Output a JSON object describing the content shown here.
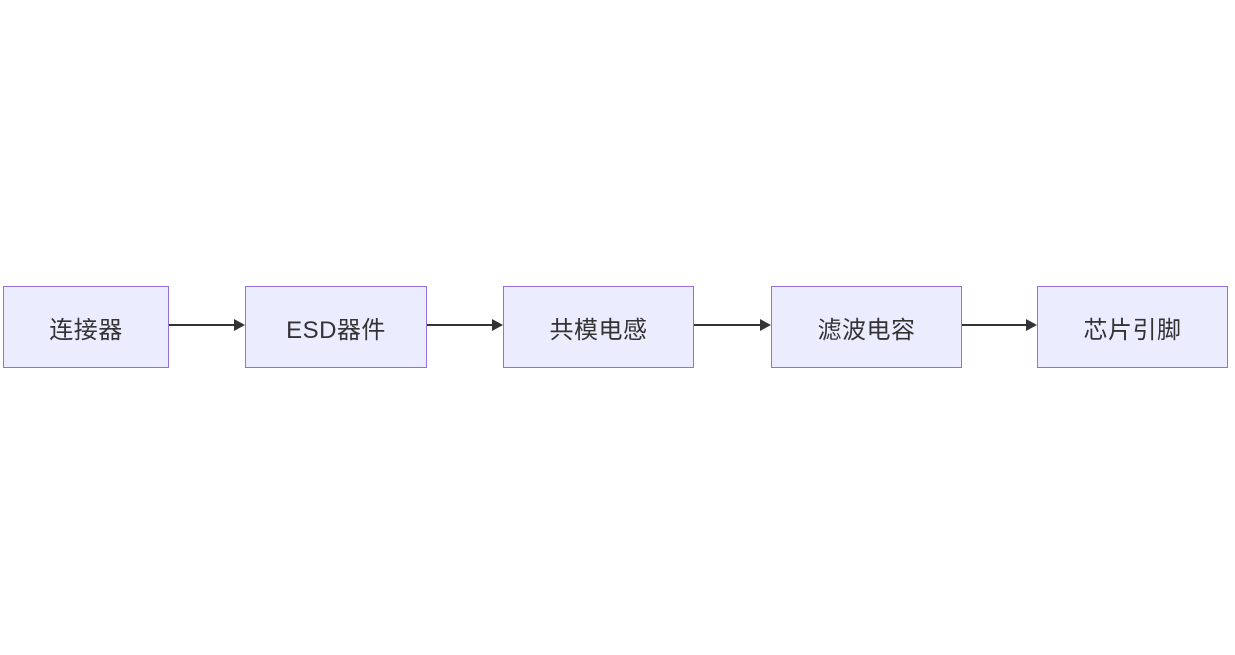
{
  "diagram": {
    "type": "flowchart",
    "direction": "left-to-right",
    "nodes": [
      {
        "id": "connector",
        "label": "连接器"
      },
      {
        "id": "esd-device",
        "label": "ESD器件"
      },
      {
        "id": "common-mode-choke",
        "label": "共模电感"
      },
      {
        "id": "filter-capacitor",
        "label": "滤波电容"
      },
      {
        "id": "chip-pin",
        "label": "芯片引脚"
      }
    ],
    "edges": [
      {
        "from": "连接器",
        "to": "ESD器件",
        "style": "solid-arrow"
      },
      {
        "from": "ESD器件",
        "to": "共模电感",
        "style": "solid-arrow"
      },
      {
        "from": "共模电感",
        "to": "滤波电容",
        "style": "solid-arrow"
      },
      {
        "from": "滤波电容",
        "to": "芯片引脚",
        "style": "solid-arrow"
      }
    ],
    "colors": {
      "background": "#FFFFFF",
      "node_fill": "#ECECFF",
      "node_border": "#9370DB",
      "arrow": "#333333",
      "text": "#333333"
    }
  }
}
